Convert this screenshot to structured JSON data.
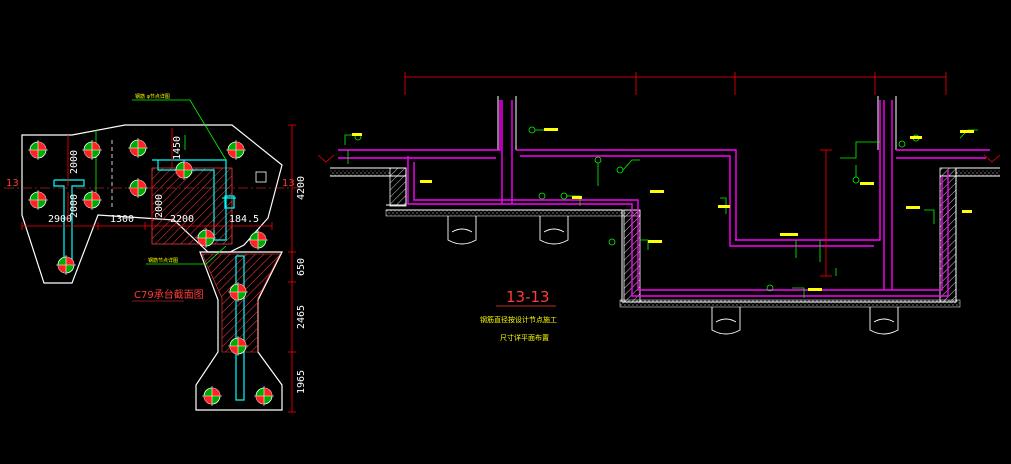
{
  "left_detail": {
    "section_label": "13",
    "dims_horizontal": [
      "2900",
      "1300",
      "2200",
      "184.5"
    ],
    "dims_vertical_inner": [
      "2000",
      "2000",
      "1450",
      "2000"
    ],
    "dims_vertical_right": [
      "4200",
      "650",
      "2465",
      "1965"
    ],
    "caption": "C79承台截面图"
  },
  "right_section": {
    "title": "13-13",
    "notes": [
      "钢筋直径按设计节点施工",
      "尺寸详平面布置"
    ]
  },
  "colors": {
    "outline": "#ffffff",
    "rebar": "#ff00ff",
    "tag": "#00ff00",
    "dim": "#ff0000",
    "piles": "#00cc00",
    "hatch": "#ff3b3b",
    "leader": "#00ffff"
  }
}
